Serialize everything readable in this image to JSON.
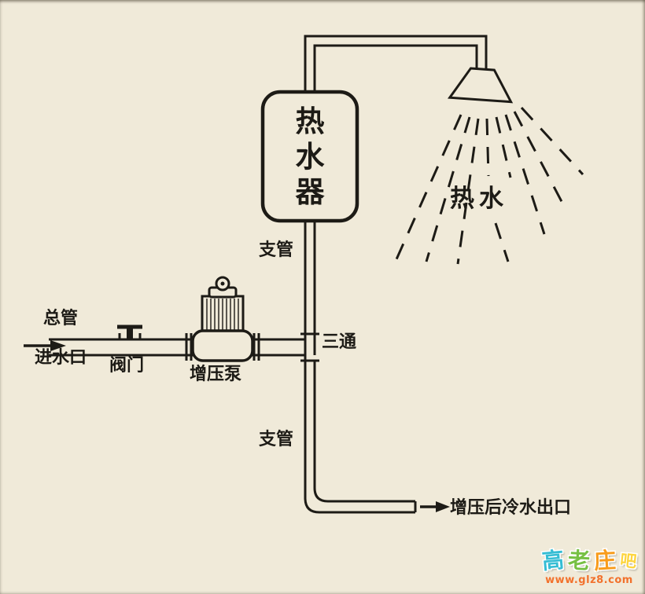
{
  "colors": {
    "background": "#f0ead9",
    "ink": "#1d1b16",
    "watermark_url": "#f2712c"
  },
  "diagram": {
    "heater_chars": [
      "热",
      "水",
      "器"
    ],
    "hot_water_label": "热水",
    "branch_pipe_upper_label": "支管",
    "branch_pipe_lower_label": "支管",
    "main_pipe_label": "总管",
    "inlet_label": "进水口",
    "valve_label": "阀门",
    "pump_label": "增压泵",
    "tee_label": "三通",
    "outlet_label": "增压后冷水出口"
  },
  "watermark": {
    "chars": [
      {
        "ch": "高",
        "style": "color:#35bdd4"
      },
      {
        "ch": "老",
        "style": "color:#76c043"
      },
      {
        "ch": "庄",
        "style": "color:#f89c1c"
      },
      {
        "ch": "吧",
        "style": "color:#fdd53f"
      }
    ],
    "url": "www.glz8.com"
  }
}
